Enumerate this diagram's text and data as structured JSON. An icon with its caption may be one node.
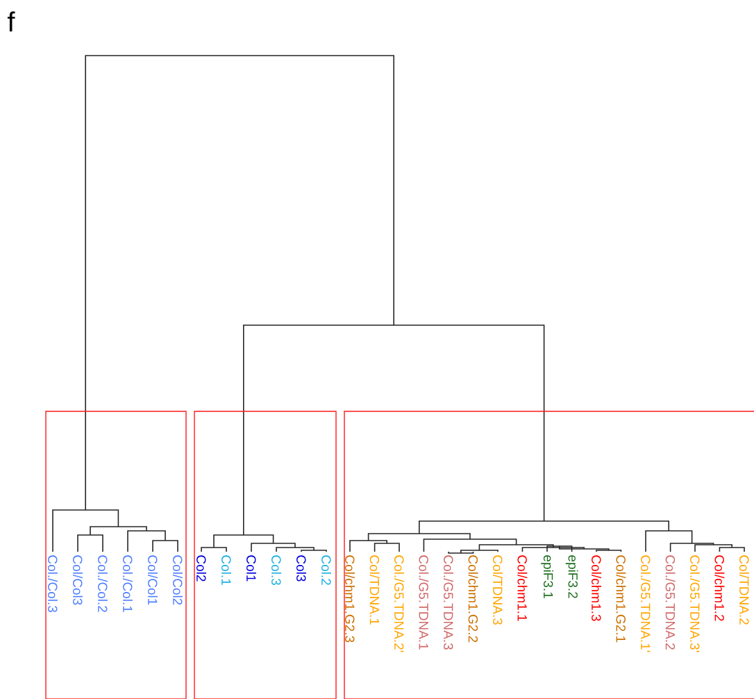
{
  "diagram": {
    "nodes": [
      {
        "text": [
          "Col./Col.3",
          "Col/Col3",
          "Col./Col.2",
          "Col./Col.1",
          "Col/Col1",
          "Col/Col2"
        ]
      },
      {
        "text": [
          "Col2",
          "Col.1",
          "Col1",
          "Col.3",
          "Col3",
          "Col.2"
        ]
      },
      {
        "text": [
          "Col/chm1.G2.3",
          "Col/TDNA.1",
          "Col./G5.TDNA.2'",
          "Col./G5.TDNA.1",
          "Col./G5.TDNA.3",
          "Col/chm1.G2.2",
          "Col/TDNA.3",
          "Col/chm1.1",
          "epiF3.1",
          "epiF3.2",
          "Col/chm1.3",
          "Col/chm1.G2.1",
          "Col./G5.TDNA.1'",
          "Col./G5.TDNA.2",
          "Col./G5.TDNA.3'",
          "Col/chm1.2",
          "Col/TDNA.2"
        ]
      }
    ],
    "edges": [],
    "labels": [
      "f"
    ]
  }
}
